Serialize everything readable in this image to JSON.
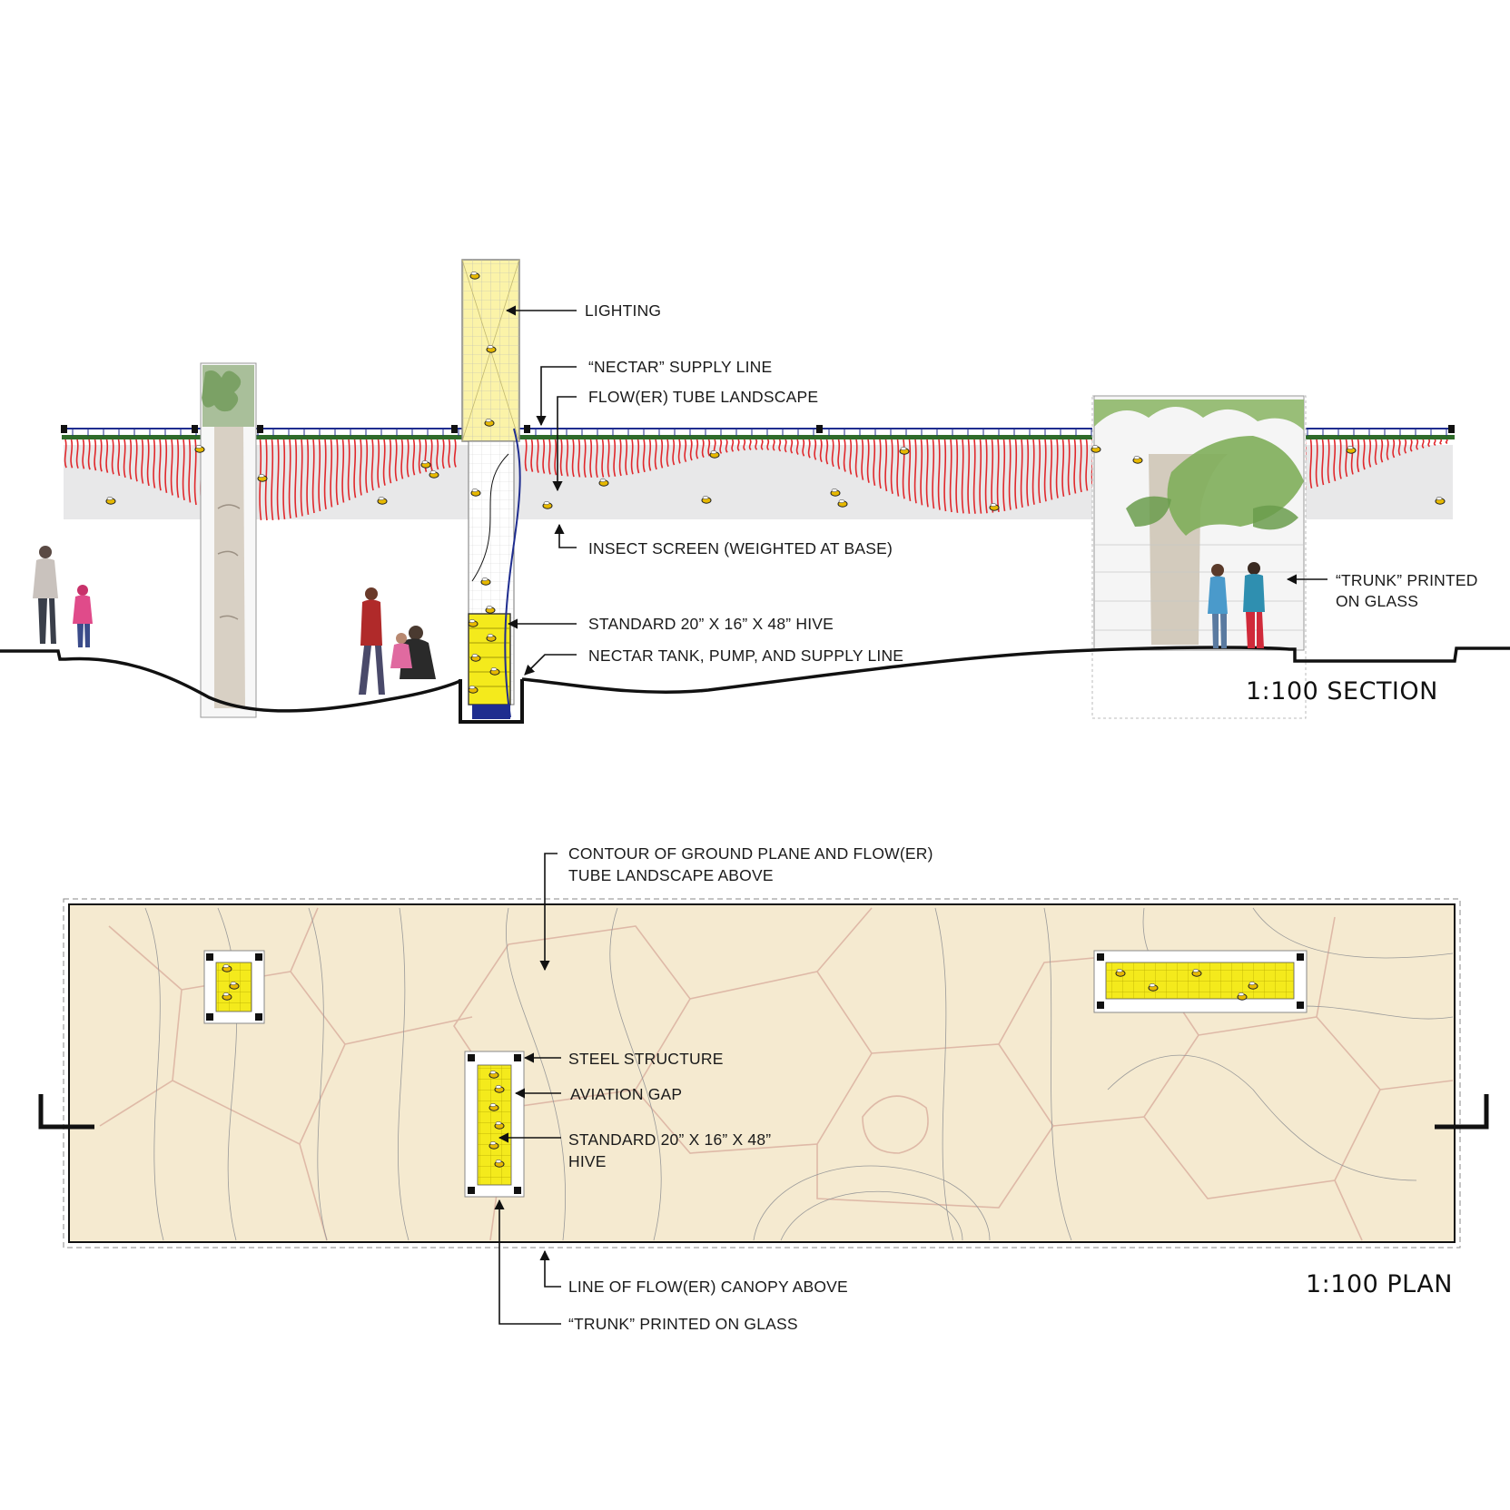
{
  "section": {
    "title": "1:100 SECTION",
    "labels": {
      "lighting": "LIGHTING",
      "nectar_supply": "“NECTAR” SUPPLY LINE",
      "flower_tube": "FLOW(ER) TUBE LANDSCAPE",
      "insect_screen": "INSECT SCREEN (WEIGHTED AT BASE)",
      "trunk_1": "“TRUNK” PRINTED",
      "trunk_2": "ON GLASS",
      "hive": "STANDARD 20” X 16” X 48” HIVE",
      "nectar_tank": "NECTAR TANK, PUMP, AND SUPPLY LINE"
    }
  },
  "plan": {
    "title": "1:100 PLAN",
    "labels": {
      "contour_1": "CONTOUR OF GROUND PLANE AND FLOW(ER)",
      "contour_2": "TUBE LANDSCAPE ABOVE",
      "steel": "STEEL STRUCTURE",
      "aviation": "AVIATION GAP",
      "hive_1": "STANDARD 20” X 16” X 48”",
      "hive_2": "HIVE",
      "canopy": "LINE OF FLOW(ER) CANOPY ABOVE",
      "trunk": "“TRUNK” PRINTED ON GLASS"
    }
  },
  "colors": {
    "tube_red": "#e0282c",
    "hive_yellow": "#f4ea1c",
    "lighting_yellow": "#fbf3a8",
    "supply_blue": "#1f2d8f",
    "grass_green": "#2f6b2a",
    "plan_fill": "#f5ead0",
    "foliage_green": "#7fae5a",
    "bark": "#cfc6b9"
  }
}
